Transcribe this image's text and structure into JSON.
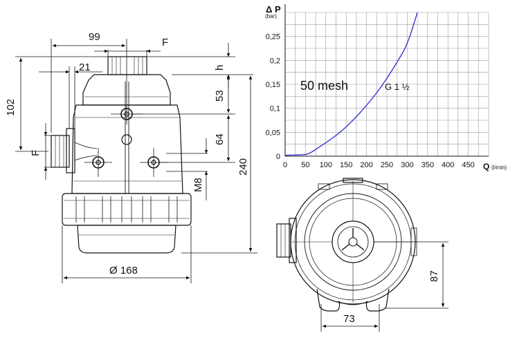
{
  "drawing": {
    "dim_width_top": "99",
    "dim_thread": "F",
    "dim_inlet_thread": "F",
    "dim_h": "h",
    "dim_21": "21",
    "dim_102": "102",
    "dim_53": "53",
    "dim_64": "64",
    "dim_240": "240",
    "dim_m8": "M8",
    "dim_diameter": "Ø 168",
    "dim_87": "87",
    "dim_73": "73"
  },
  "chart_data": {
    "type": "line",
    "title": "",
    "ylabel_main": "Δ P",
    "ylabel_unit": "(bar)",
    "xlabel_main": "Q",
    "xlabel_unit": "(l/min)",
    "xlim": [
      0,
      500
    ],
    "ylim": [
      0,
      0.3
    ],
    "x_ticks": [
      0,
      50,
      100,
      150,
      200,
      250,
      300,
      350,
      400,
      450
    ],
    "x_tick_labels": [
      "0",
      "50",
      "100",
      "150",
      "200",
      "250",
      "300",
      "350",
      "400",
      "450"
    ],
    "y_ticks": [
      0,
      0.05,
      0.1,
      0.15,
      0.2,
      0.25
    ],
    "y_tick_labels": [
      "0",
      "0,05",
      "0,1",
      "0,15",
      "0,2",
      "0,25"
    ],
    "grid": true,
    "annotation_mesh": "50 mesh",
    "series": [
      {
        "name": "G 1 ½",
        "color": "#2a2ad0",
        "x": [
          0,
          50,
          60,
          70,
          80,
          100,
          125,
          150,
          175,
          200,
          225,
          250,
          275,
          300,
          325
        ],
        "y": [
          0.002,
          0.003,
          0.006,
          0.011,
          0.017,
          0.028,
          0.043,
          0.061,
          0.082,
          0.106,
          0.132,
          0.162,
          0.196,
          0.232,
          0.3
        ]
      }
    ]
  }
}
